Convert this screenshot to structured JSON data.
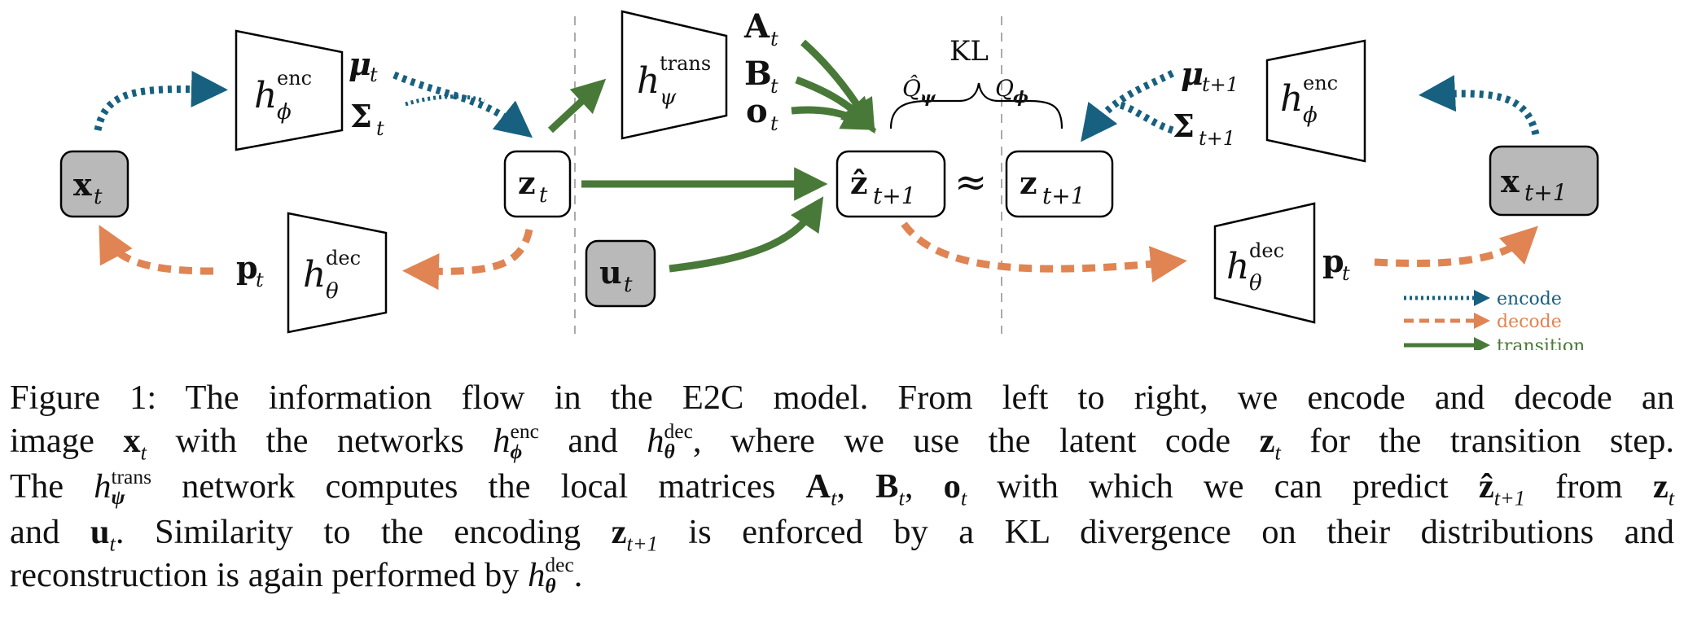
{
  "figure": {
    "nodes": {
      "x_t": "x",
      "x_t_sub": "t",
      "z_t": "z",
      "z_t_sub": "t",
      "zhat_next": "ẑ",
      "zhat_next_sub": "t+1",
      "z_next": "z",
      "z_next_sub": "t+1",
      "x_next": "x",
      "x_next_sub": "t+1",
      "u_t": "u",
      "u_t_sub": "t",
      "approx": "≈"
    },
    "networks": {
      "enc_left_h": "h",
      "enc_left_sup": "enc",
      "enc_left_sub": "ϕ",
      "dec_left_h": "h",
      "dec_left_sup": "dec",
      "dec_left_sub": "θ",
      "trans_h": "h",
      "trans_sup": "trans",
      "trans_sub": "ψ",
      "dec_right_h": "h",
      "dec_right_sup": "dec",
      "dec_right_sub": "θ",
      "enc_right_h": "h",
      "enc_right_sup": "enc",
      "enc_right_sub": "ϕ"
    },
    "labels": {
      "mu_t": "μ",
      "mu_t_sub": "t",
      "sigma_t": "Σ",
      "sigma_t_sub": "t",
      "p_t": "p",
      "p_t_sub": "t",
      "A_t": "A",
      "A_t_sub": "t",
      "B_t": "B",
      "B_t_sub": "t",
      "o_t": "o",
      "o_t_sub": "t",
      "kl": "KL",
      "qhat_psi": "Q̂",
      "qhat_psi_sub": "ψ",
      "q_phi": "Q",
      "q_phi_sub": "ϕ",
      "mu_next": "μ",
      "mu_next_sub": "t+1",
      "sigma_next": "Σ",
      "sigma_next_sub": "t+1",
      "p_next": "p",
      "p_next_sub": "t"
    },
    "legend": {
      "encode": "encode",
      "decode": "decode",
      "transition": "transition"
    },
    "colors": {
      "encode": "#17607f",
      "decode": "#df8452",
      "transition": "#497938",
      "input_fill": "#b9b9b9"
    }
  },
  "caption": {
    "l1a": "Figure 1: The information flow in the E2C model. From left to right, we encode and decode an",
    "l2a": "image ",
    "l2_x": "x",
    "l2_x_sub": "t",
    "l2b": " with the networks ",
    "l2_henc": "h",
    "l2_henc_sup": "enc",
    "l2_henc_sub": "ϕ",
    "l2c": " and ",
    "l2_hdec": "h",
    "l2_hdec_sup": "dec",
    "l2_hdec_sub": "θ",
    "l2d": ", where we use the latent code ",
    "l2_z": "z",
    "l2_z_sub": "t",
    "l2e": " for the transition step.",
    "l3a": "The ",
    "l3_htrans": "h",
    "l3_htrans_sup": "trans",
    "l3_htrans_sub": "ψ",
    "l3b": " network computes the local matrices ",
    "l3_A": "A",
    "l3_A_sub": "t",
    "l3_comma1": ", ",
    "l3_B": "B",
    "l3_B_sub": "t",
    "l3_comma2": ", ",
    "l3_o": "o",
    "l3_o_sub": "t",
    "l3c": " with which we can predict ",
    "l3_zhat": "ẑ",
    "l3_zhat_sub": "t+1",
    "l3d": " from ",
    "l3_z": "z",
    "l3_z_sub": "t",
    "l4a": "and ",
    "l4_u": "u",
    "l4_u_sub": "t",
    "l4b": ". Similarity to the encoding ",
    "l4_z": "z",
    "l4_z_sub": "t+1",
    "l4c": " is enforced by a KL divergence on their distributions and",
    "l5a": "reconstruction is again performed by ",
    "l5_h": "h",
    "l5_h_sup": "dec",
    "l5_h_sub": "θ",
    "l5b": "."
  }
}
